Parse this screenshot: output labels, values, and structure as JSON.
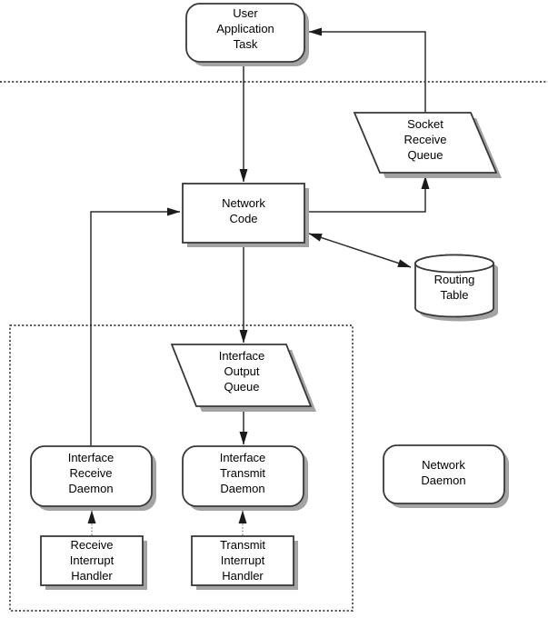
{
  "diagram": {
    "description": "Network stack data-flow diagram",
    "colors": {
      "background": "#ffffff",
      "node_fill": "#ffffff",
      "node_stroke": "#383838",
      "shadow": "#a3a3a3",
      "line": "#2e2e2e",
      "dotted_line": "#7a7a7a",
      "boundary": "#161616",
      "text": "#000000"
    },
    "nodes": {
      "user_application_task": {
        "shape": "rounded-rect",
        "lines": [
          "User",
          "Application",
          "Task"
        ]
      },
      "socket_receive_queue": {
        "shape": "parallelogram",
        "lines": [
          "Socket",
          "Receive",
          "Queue"
        ]
      },
      "network_code": {
        "shape": "rect",
        "lines": [
          "Network",
          "Code"
        ]
      },
      "routing_table": {
        "shape": "cylinder",
        "lines": [
          "Routing",
          "Table"
        ]
      },
      "interface_output_queue": {
        "shape": "parallelogram",
        "lines": [
          "Interface",
          "Output",
          "Queue"
        ]
      },
      "interface_receive_daemon": {
        "shape": "rounded-rect",
        "lines": [
          "Interface",
          "Receive",
          "Daemon"
        ]
      },
      "interface_transmit_daemon": {
        "shape": "rounded-rect",
        "lines": [
          "Interface",
          "Transmit",
          "Daemon"
        ]
      },
      "network_daemon": {
        "shape": "rounded-rect",
        "lines": [
          "Network",
          "Daemon"
        ]
      },
      "receive_interrupt_handler": {
        "shape": "rect",
        "lines": [
          "Receive",
          "Interrupt",
          "Handler"
        ]
      },
      "transmit_interrupt_handler": {
        "shape": "rect",
        "lines": [
          "Transmit",
          "Interrupt",
          "Handler"
        ]
      }
    },
    "edges": [
      {
        "from": "user_application_task",
        "to": "network_code",
        "style": "solid",
        "arrows": "end"
      },
      {
        "from": "interface_receive_daemon",
        "to": "network_code",
        "style": "solid",
        "arrows": "end"
      },
      {
        "from": "network_code",
        "to": "socket_receive_queue",
        "style": "solid",
        "arrows": "end"
      },
      {
        "from": "socket_receive_queue",
        "to": "user_application_task",
        "style": "solid",
        "arrows": "end"
      },
      {
        "from": "network_code",
        "to": "routing_table",
        "style": "solid",
        "arrows": "both"
      },
      {
        "from": "network_code",
        "to": "interface_output_queue",
        "style": "solid",
        "arrows": "end"
      },
      {
        "from": "interface_output_queue",
        "to": "interface_transmit_daemon",
        "style": "solid",
        "arrows": "end"
      },
      {
        "from": "receive_interrupt_handler",
        "to": "interface_receive_daemon",
        "style": "dotted",
        "arrows": "end"
      },
      {
        "from": "transmit_interrupt_handler",
        "to": "interface_transmit_daemon",
        "style": "dotted",
        "arrows": "end"
      }
    ],
    "boundaries": [
      {
        "name": "user_kernel_separator",
        "style": "dotted-horizontal-line"
      },
      {
        "name": "interface_layer_region",
        "style": "dotted-rectangle"
      }
    ]
  }
}
